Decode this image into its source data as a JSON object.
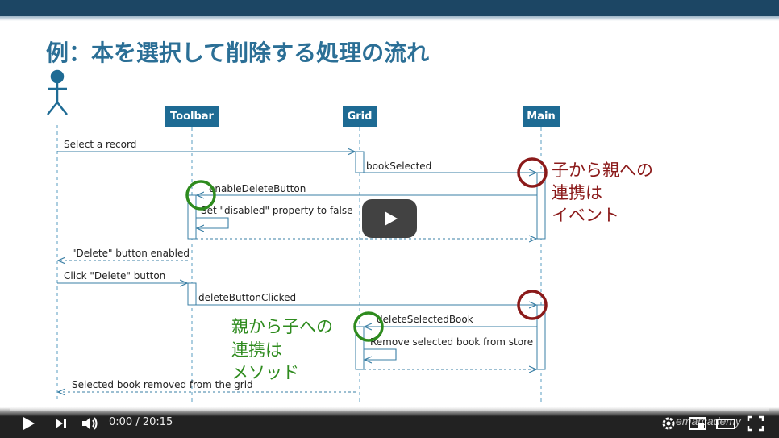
{
  "slide": {
    "title": "例：本を選択して削除する処理の流れ",
    "lifelines": [
      "Toolbar",
      "Grid",
      "Main"
    ],
    "messages": {
      "m1": "Select a record",
      "m2": "bookSelected",
      "m3": "enableDeleteButton",
      "m4": "Set \"disabled\" property to false",
      "m5": "\"Delete\" button enabled",
      "m6": "Click \"Delete\" button",
      "m7": "deleteButtonClicked",
      "m8": "deleteSelectedBook",
      "m9": "Remove selected book from store",
      "m10": "Selected book removed from the grid"
    },
    "note_event": [
      "子から親への",
      "連携は",
      "イベント"
    ],
    "note_method": [
      "親から子への",
      "連携は",
      "メソッド"
    ]
  },
  "player": {
    "time": "0:00 / 20:15",
    "brand": "emarcademy",
    "progress": 0.0
  },
  "colors": {
    "accent": "#2b6f96",
    "lifeline_box": "#1e6b94",
    "event_note": "#8b1a1a",
    "method_note": "#2e8b1e",
    "progress": "#ff0000"
  }
}
